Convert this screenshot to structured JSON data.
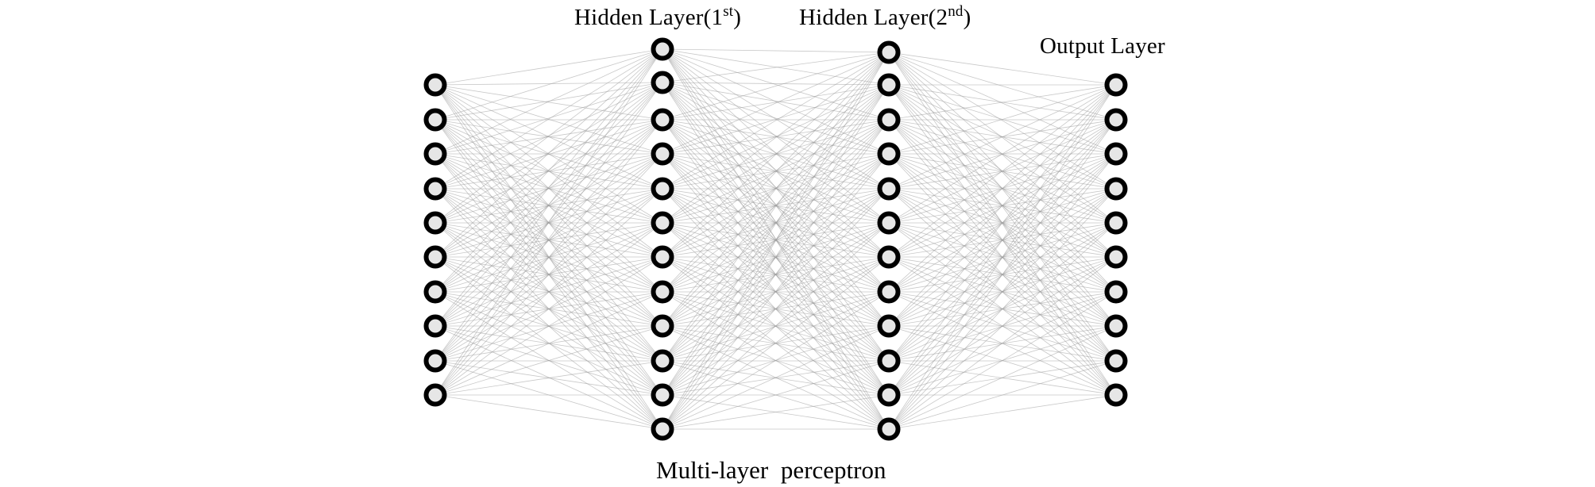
{
  "diagram": {
    "title": "Multi-layer perceptron",
    "labels": {
      "hidden1": {
        "text": "Hidden Layer(1",
        "sup": "st",
        "close": ")"
      },
      "hidden2": {
        "text": "Hidden Layer(2",
        "sup": "nd",
        "close": ")"
      },
      "output": {
        "text": "Output Layer"
      }
    },
    "layers": [
      {
        "name": "input",
        "nodes": 10
      },
      {
        "name": "hidden-1",
        "nodes": 12
      },
      {
        "name": "hidden-2",
        "nodes": 12
      },
      {
        "name": "output",
        "nodes": 10
      }
    ],
    "colors": {
      "node_stroke": "#000000",
      "node_fill": "#e6e6e6",
      "edge": "#9a9a9a"
    }
  }
}
